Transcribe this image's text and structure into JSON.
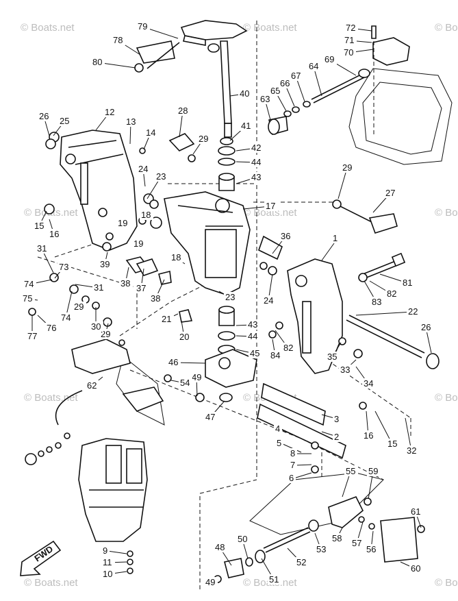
{
  "watermark": "© Boats.net",
  "fwd_label": "FWD",
  "callouts": [
    "1",
    "2",
    "3",
    "4",
    "5",
    "6",
    "7",
    "8",
    "9",
    "10",
    "11",
    "12",
    "13",
    "14",
    "15",
    "15",
    "16",
    "16",
    "17",
    "18",
    "18",
    "19",
    "19",
    "20",
    "21",
    "22",
    "23",
    "23",
    "24",
    "24",
    "25",
    "26",
    "26",
    "27",
    "28",
    "29",
    "29",
    "29",
    "29",
    "30",
    "31",
    "31",
    "32",
    "33",
    "34",
    "35",
    "36",
    "37",
    "38",
    "38",
    "39",
    "40",
    "41",
    "42",
    "43",
    "43",
    "44",
    "44",
    "45",
    "46",
    "47",
    "48",
    "49",
    "49",
    "50",
    "51",
    "52",
    "53",
    "54",
    "55",
    "56",
    "57",
    "58",
    "59",
    "60",
    "61",
    "62",
    "63",
    "64",
    "65",
    "66",
    "67",
    "69",
    "70",
    "71",
    "72",
    "73",
    "74",
    "74",
    "75",
    "76",
    "77",
    "78",
    "79",
    "80",
    "81",
    "82",
    "82",
    "83",
    "84"
  ]
}
